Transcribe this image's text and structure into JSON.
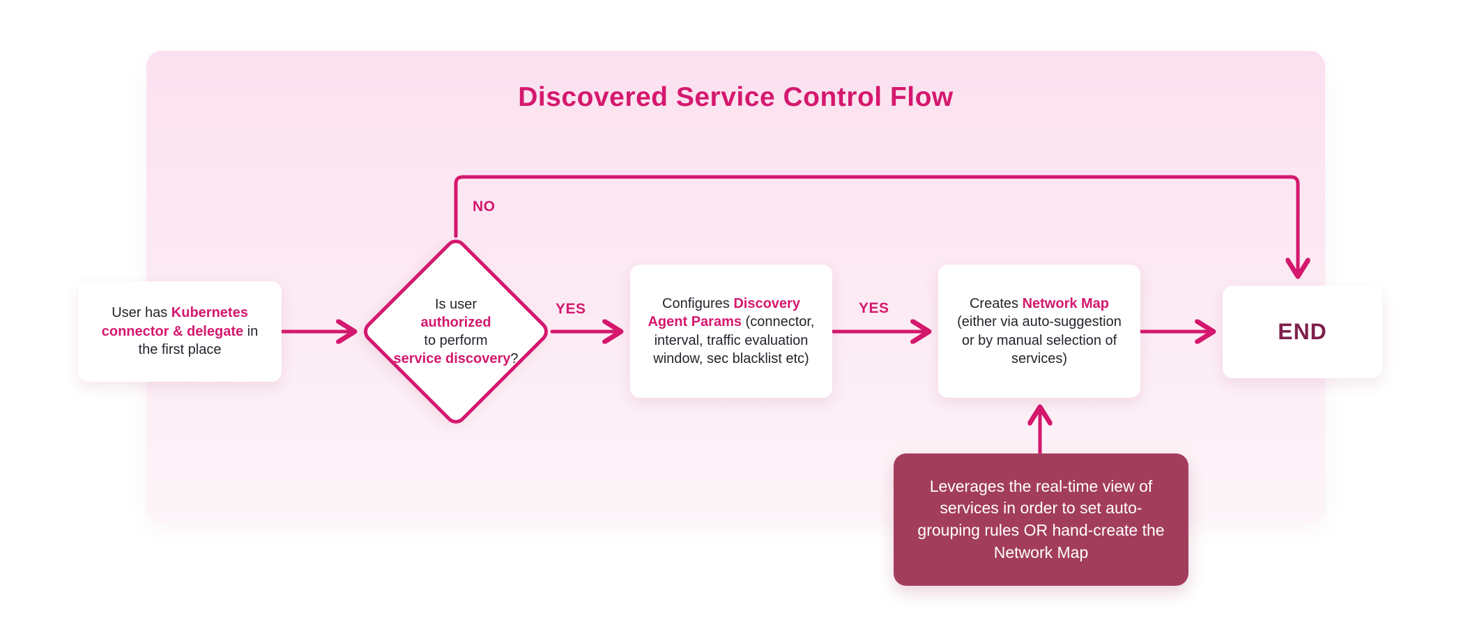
{
  "title": "Discovered Service Control Flow",
  "colors": {
    "accent": "#d4186e",
    "note_bg": "#a33d5c",
    "end_text": "#7e1f4a",
    "panel_top": "#fbe1ef",
    "panel_bottom": "#fdf5f9"
  },
  "nodes": {
    "start": {
      "prefix": "User has ",
      "highlight": "Kubernetes connector & delegate",
      "suffix": " in the first place"
    },
    "decision": {
      "line1": "Is user",
      "highlight1": "authorized",
      "line2": "to perform",
      "highlight2": "service discovery",
      "suffix": "?"
    },
    "configure": {
      "prefix": "Configures ",
      "highlight": "Discovery Agent Params",
      "suffix": " (connector, interval, traffic evaluation window, sec blacklist etc)"
    },
    "network_map": {
      "prefix": "Creates ",
      "highlight": "Network Map",
      "suffix": " (either via auto-suggestion or by manual selection of services)"
    },
    "end": {
      "label": "END"
    },
    "note": {
      "text": "Leverages the real-time view of services in order to set auto-grouping rules OR hand-create the Network Map"
    }
  },
  "edges": {
    "no_label": "NO",
    "yes1_label": "YES",
    "yes2_label": "YES"
  }
}
